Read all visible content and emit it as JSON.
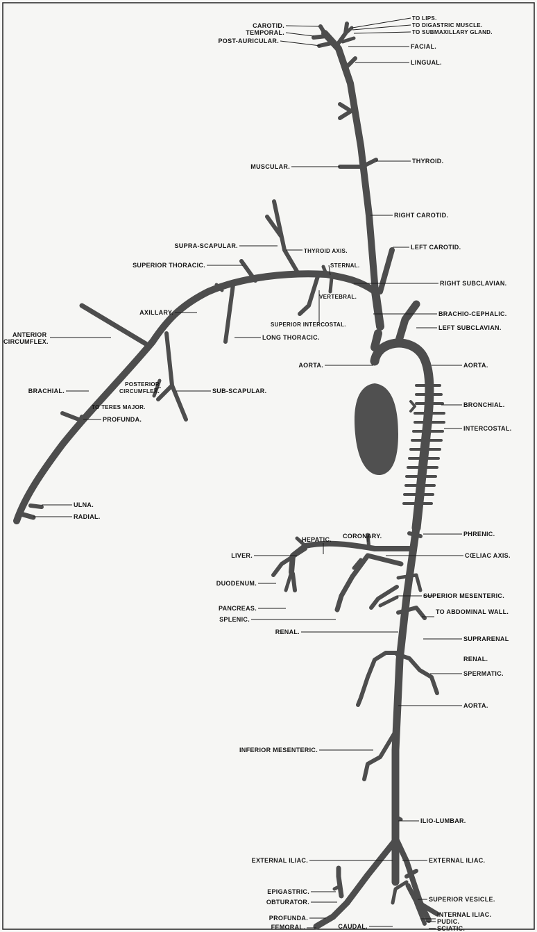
{
  "labels": {
    "carotid": "CAROTID.",
    "temporal": "TEMPORAL.",
    "post_auricular": "POST-AURICULAR.",
    "to_lips": "TO LIPS.",
    "to_digastric": "TO DIGASTRIC MUSCLE.",
    "to_submaxillary": "TO SUBMAXILLARY GLAND.",
    "facial": "FACIAL.",
    "lingual": "LINGUAL.",
    "muscular": "MUSCULAR.",
    "thyroid": "THYROID.",
    "right_carotid": "RIGHT CAROTID.",
    "supra_scapular": "SUPRA-SCAPULAR.",
    "thyroid_axis": "THYROID AXIS.",
    "left_carotid": "LEFT CAROTID.",
    "superior_thoracic": "SUPERIOR THORACIC.",
    "sternal": "STERNAL.",
    "right_subclavian": "RIGHT SUBCLAVIAN.",
    "axillary": "AXILLARY.",
    "vertebral": "VERTEBRAL.",
    "brachio_cephalic": "BRACHIO-CEPHALIC.",
    "superior_intercostal": "SUPERIOR INTERCOSTAL.",
    "left_subclavian": "LEFT SUBCLAVIAN.",
    "anterior": "ANTERIOR",
    "circumflex": "CIRCUMFLEX.",
    "long_thoracic": "LONG THORACIC.",
    "aorta_left": "AORTA.",
    "aorta_right": "AORTA.",
    "brachial": "BRACHIAL.",
    "posterior": "POSTERIOR",
    "posterior_circumflex": "CIRCUMFLEX.",
    "sub_scapular": "SUB-SCAPULAR.",
    "to_teres_major": "TO TERES MAJOR.",
    "profunda_arm": "PROFUNDA.",
    "bronchial": "BRONCHIAL.",
    "intercostal": "INTERCOSTAL.",
    "ulna": "ULNA.",
    "radial": "RADIAL.",
    "phrenic": "PHRENIC.",
    "hepatic": "HEPATIC.",
    "coronary": "CORONARY.",
    "liver": "LIVER.",
    "coeliac_axis": "CŒLIAC AXIS.",
    "duodenum": "DUODENUM.",
    "superior_mesenteric": "SUPERIOR MESENTERIC.",
    "pancreas": "PANCREAS.",
    "splenic": "SPLENIC.",
    "to_abdominal_wall": "TO ABDOMINAL WALL.",
    "renal_left": "RENAL.",
    "suprarenal": "SUPRARENAL",
    "renal_right": "RENAL.",
    "spermatic": "SPERMATIC.",
    "aorta_lower": "AORTA.",
    "inferior_mesenteric": "INFERIOR MESENTERIC.",
    "ilio_lumbar": "ILIO-LUMBAR.",
    "external_iliac_left": "EXTERNAL ILIAC.",
    "external_iliac_right": "EXTERNAL ILIAC.",
    "epigastric": "EPIGASTRIC.",
    "obturator": "OBTURATOR.",
    "superior_vesicle": "SUPERIOR VESICLE.",
    "internal_iliac": "INTERNAL ILIAC.",
    "profunda_leg": "PROFUNDA.",
    "femoral": "FEMORAL.",
    "caudal": "CAUDAL.",
    "pudic": "PUDIC.",
    "sciatic": "SCIATIC."
  },
  "colors": {
    "vessel": "#4d4d4d",
    "heart": "#505050",
    "ink": "#151515",
    "paper": "#f6f6f4"
  }
}
